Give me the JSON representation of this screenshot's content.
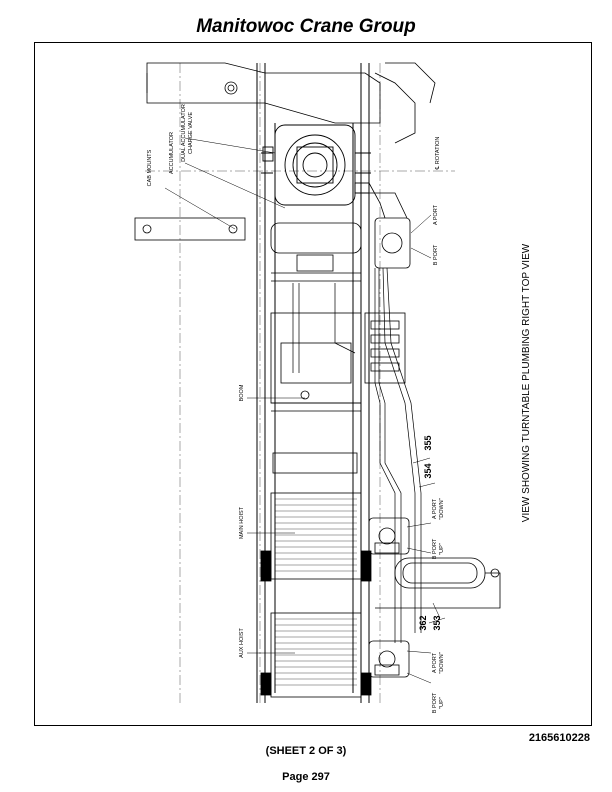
{
  "header": {
    "title": "Manitowoc Crane Group"
  },
  "drawing": {
    "view_title": "VIEW SHOWING TURNTABLE PLUMBING RIGHT TOP VIEW",
    "labels": {
      "cab_mounts": "CAB MOUNTS",
      "accumulator": "ACCUMULATOR",
      "dual_accum_1": "DUAL ACCUMULATOR",
      "dual_accum_2": "CHARGE VALVE",
      "rotation": "℄ ROTATION",
      "a_port_top": "A PORT",
      "b_port_top": "B PORT",
      "boom": "BOOM",
      "main_hoist": "MAIN HOIST",
      "aux_hoist": "AUX HOIST",
      "main_a_port_1": "A PORT",
      "main_a_port_2": "\"DOWN\"",
      "main_b_port_1": "B PORT",
      "main_b_port_2": "\"UP\"",
      "aux_a_port_1": "A PORT",
      "aux_a_port_2": "\"DOWN\"",
      "aux_b_port_1": "B PORT",
      "aux_b_port_2": "\"UP\""
    },
    "callouts": {
      "c355": "355",
      "c354": "354",
      "c353": "353",
      "c362": "362"
    }
  },
  "footer": {
    "doc_number": "2165610228",
    "sheet": "(SHEET 2 OF 3)",
    "page": "Page 297"
  }
}
